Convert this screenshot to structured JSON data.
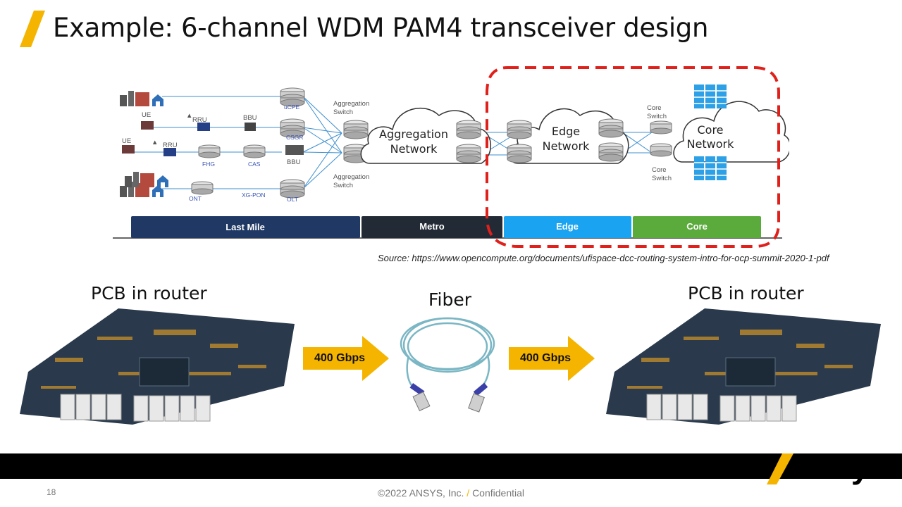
{
  "slide": {
    "title": "Example: 6-channel WDM PAM4 transceiver design",
    "page_number": "18",
    "copyright": "©2022 ANSYS, Inc.",
    "confidential": "Confidential",
    "brand": "Ansys",
    "accent_color": "#f5b400"
  },
  "network_diagram": {
    "aggregation_switch_top": [
      "Aggregation",
      "Switch"
    ],
    "aggregation_switch_bottom": [
      "Aggregation",
      "Switch"
    ],
    "core_switch_top": [
      "Core",
      "Switch"
    ],
    "core_switch_bottom": [
      "Core",
      "Switch"
    ],
    "aggregation_cloud": [
      "Aggregation",
      "Network"
    ],
    "edge_cloud": [
      "Edge",
      "Network"
    ],
    "core_cloud": [
      "Core",
      "Network"
    ],
    "nodes": {
      "ucpe": "uCPE",
      "csgr": "CSGR",
      "olt": "OLT",
      "rru1": "RRU",
      "rru2": "RRU",
      "bbu1": "BBU",
      "bbu2": "BBU",
      "fhg": "FHG",
      "cas": "CAS",
      "xgpon": "XG-PON",
      "ont": "ONT",
      "ue1": "UE",
      "ue2": "UE"
    },
    "segments": [
      {
        "label": "Last Mile",
        "color": "#1f3864"
      },
      {
        "label": "Metro",
        "color": "#222a35"
      },
      {
        "label": "Edge",
        "color": "#1aa3f0"
      },
      {
        "label": "Core",
        "color": "#5aaa3c"
      }
    ],
    "highlight_color": "#e0201b"
  },
  "source_text": "Source: https://www.opencompute.org/documents/ufispace-dcc-routing-system-intro-for-ocp-summit-2020-1-pdf",
  "link_row": {
    "left_label": "PCB in router",
    "middle_label": "Fiber",
    "right_label": "PCB in router",
    "arrow_left": "400 Gbps",
    "arrow_right": "400 Gbps"
  }
}
